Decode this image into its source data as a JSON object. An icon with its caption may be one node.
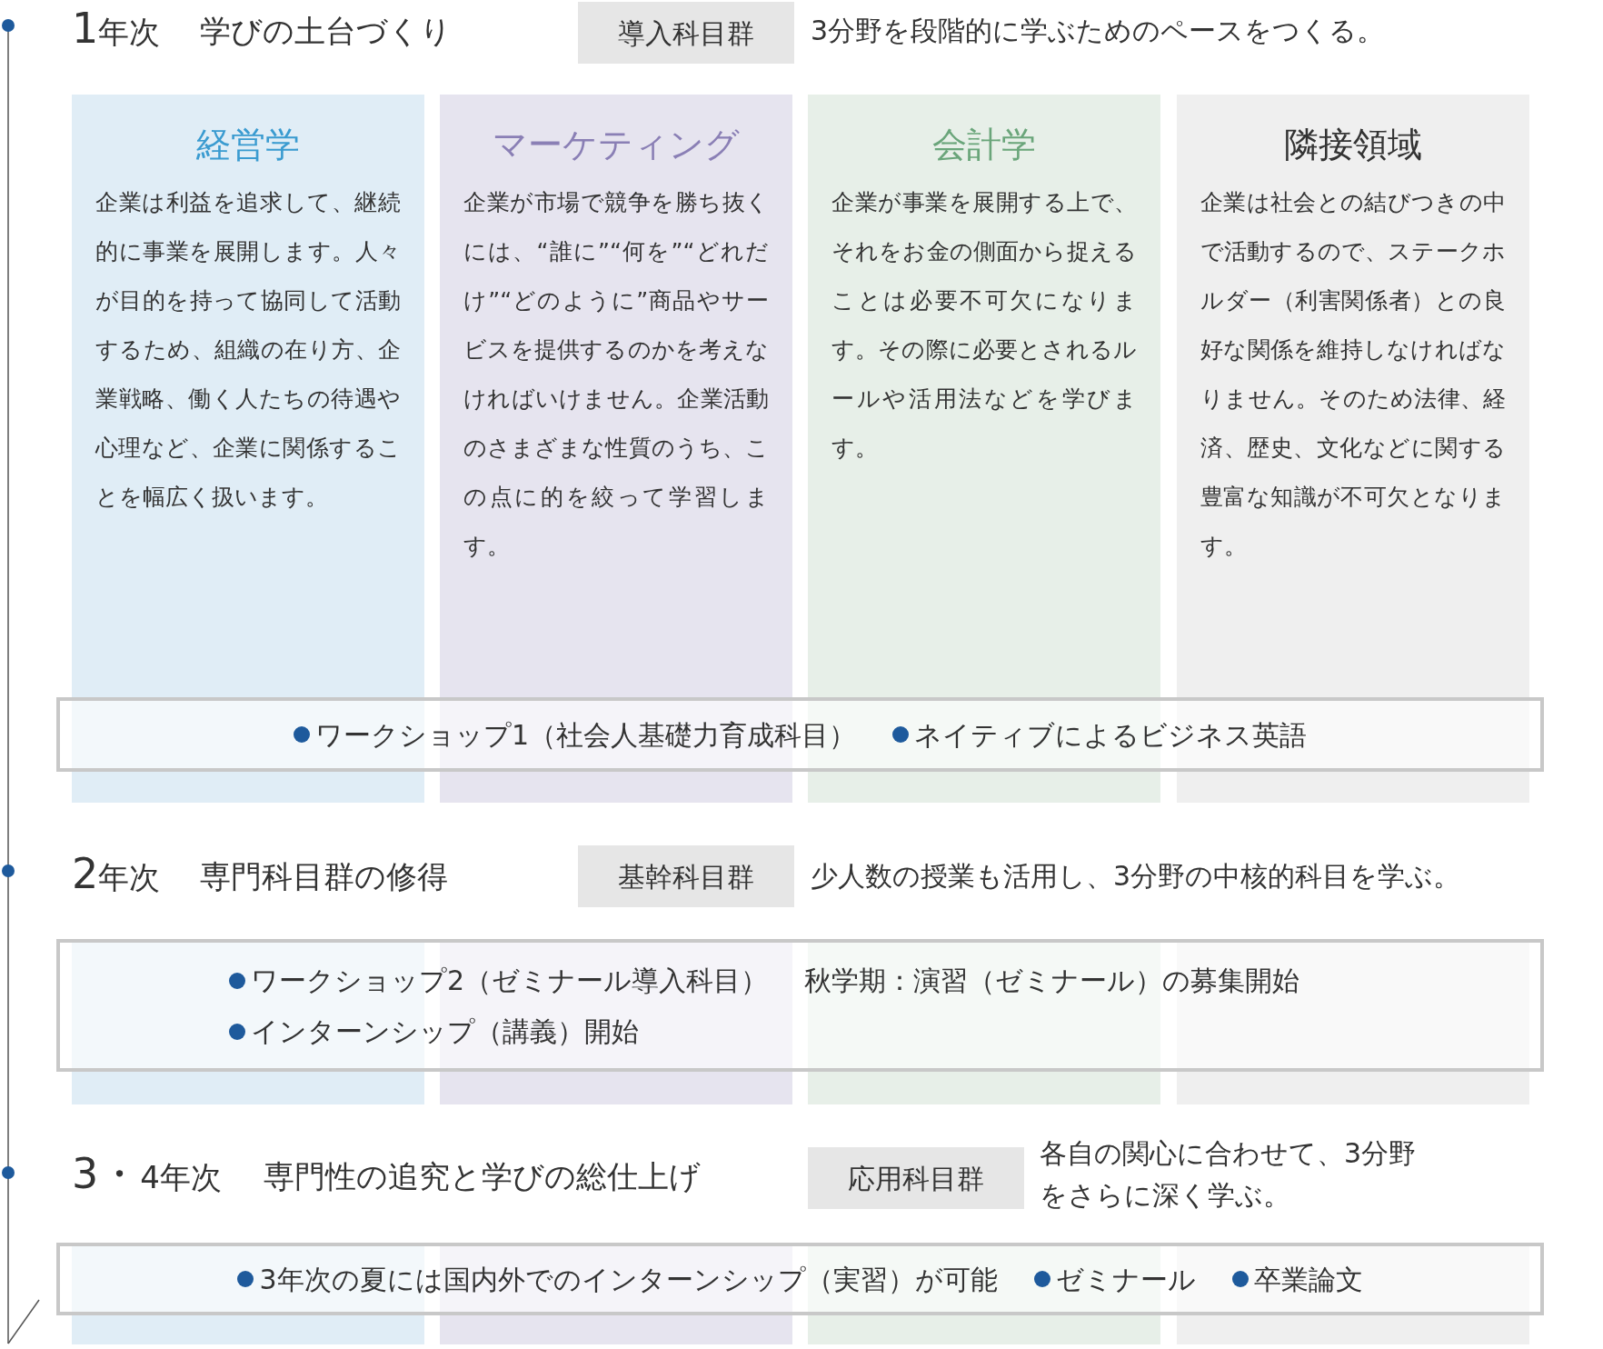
{
  "diagram": {
    "nodes": [
      {
        "text": [
          "導入科目群"
        ]
      },
      {
        "text": [
          "経営学",
          "企業は利益を追求して、継続的に事業を展開します。人々が目的を持って協同して活動するため、組織の在り方、企業戦略、働く人たちの待遇や心理など、企業に関係することを幅広く扱います。"
        ]
      },
      {
        "text": [
          "マーケティング",
          "企業が市場で競争を勝ち抜くには、“誰に”“何を”“どれだけ”“どのように”商品やサービスを提供するのかを考えなければいけません。企業活動のさまざまな性質のうち、この点に的を絞って学習します。"
        ]
      },
      {
        "text": [
          "会計学",
          "企業が事業を展開する上で、それをお金の側面から捉えることは必要不可欠になります。その際に必要とされるルールや活用法などを学びます。"
        ]
      },
      {
        "text": [
          "隣接領域",
          "企業は社会との結びつきの中で活動するので、ステークホルダー（利害関係者）との良好な関係を維持しなければなりません。そのため法律、経済、歴史、文化などに関する豊富な知識が不可欠となります。"
        ]
      },
      {
        "text": [
          "ワークショップ1（社会人基礎力育成科目）",
          "ネイティブによるビジネス英語"
        ]
      },
      {
        "text": [
          "基幹科目群"
        ]
      },
      {
        "text": [
          "ワークショップ2（ゼミナール導入科目）",
          "秋学期：演習（ゼミナール）の募集開始",
          "インターンシップ（講義）開始"
        ]
      },
      {
        "text": [
          "応用科目群"
        ]
      },
      {
        "text": [
          "3年次の夏には国内外でのインターンシップ（実習）が可能",
          "ゼミナール",
          "卒業論文"
        ]
      }
    ],
    "labels": [
      "1年次",
      "学びの土台づくり",
      "3分野を段階的に学ぶためのペースをつくる。",
      "2年次",
      "専門科目群の修得",
      "少人数の授業も活用し、3分野の中核的科目を学ぶ。",
      "3・4年次",
      "専門性の追究と学びの総仕上げ",
      "各自の関心に合わせて、3分野をさらに深く学ぶ。"
    ]
  }
}
